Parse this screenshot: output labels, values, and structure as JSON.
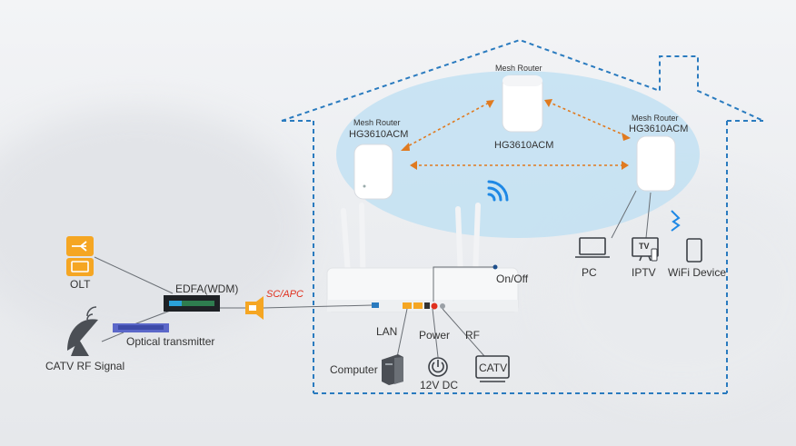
{
  "labels": {
    "mesh_router_top": "Mesh Router",
    "model_top": "HG3610ACM",
    "mesh_router_left": "Mesh Router",
    "model_left": "HG3610ACM",
    "mesh_router_right": "Mesh Router",
    "model_right": "HG3610ACM",
    "pc": "PC",
    "iptv": "IPTV",
    "wifi_device": "WiFi Device",
    "olt": "OLT",
    "edfa": "EDFA(WDM)",
    "sc_apc": "SC/APC",
    "optical_transmitter": "Optical transmitter",
    "catv_rf_signal": "CATV RF Signal",
    "on_off": "On/Off",
    "lan": "LAN",
    "power": "Power",
    "rf": "RF",
    "computer": "Computer",
    "dc": "12V DC",
    "catv_box": "CATV",
    "tv_icon_text": "TV"
  },
  "colors": {
    "house_outline": "#2a7bbf",
    "mesh_arrow": "#e07a1f",
    "wifi": "#1e88e5",
    "bubble": "#bfe0f2",
    "accent_orange": "#f5a623"
  }
}
